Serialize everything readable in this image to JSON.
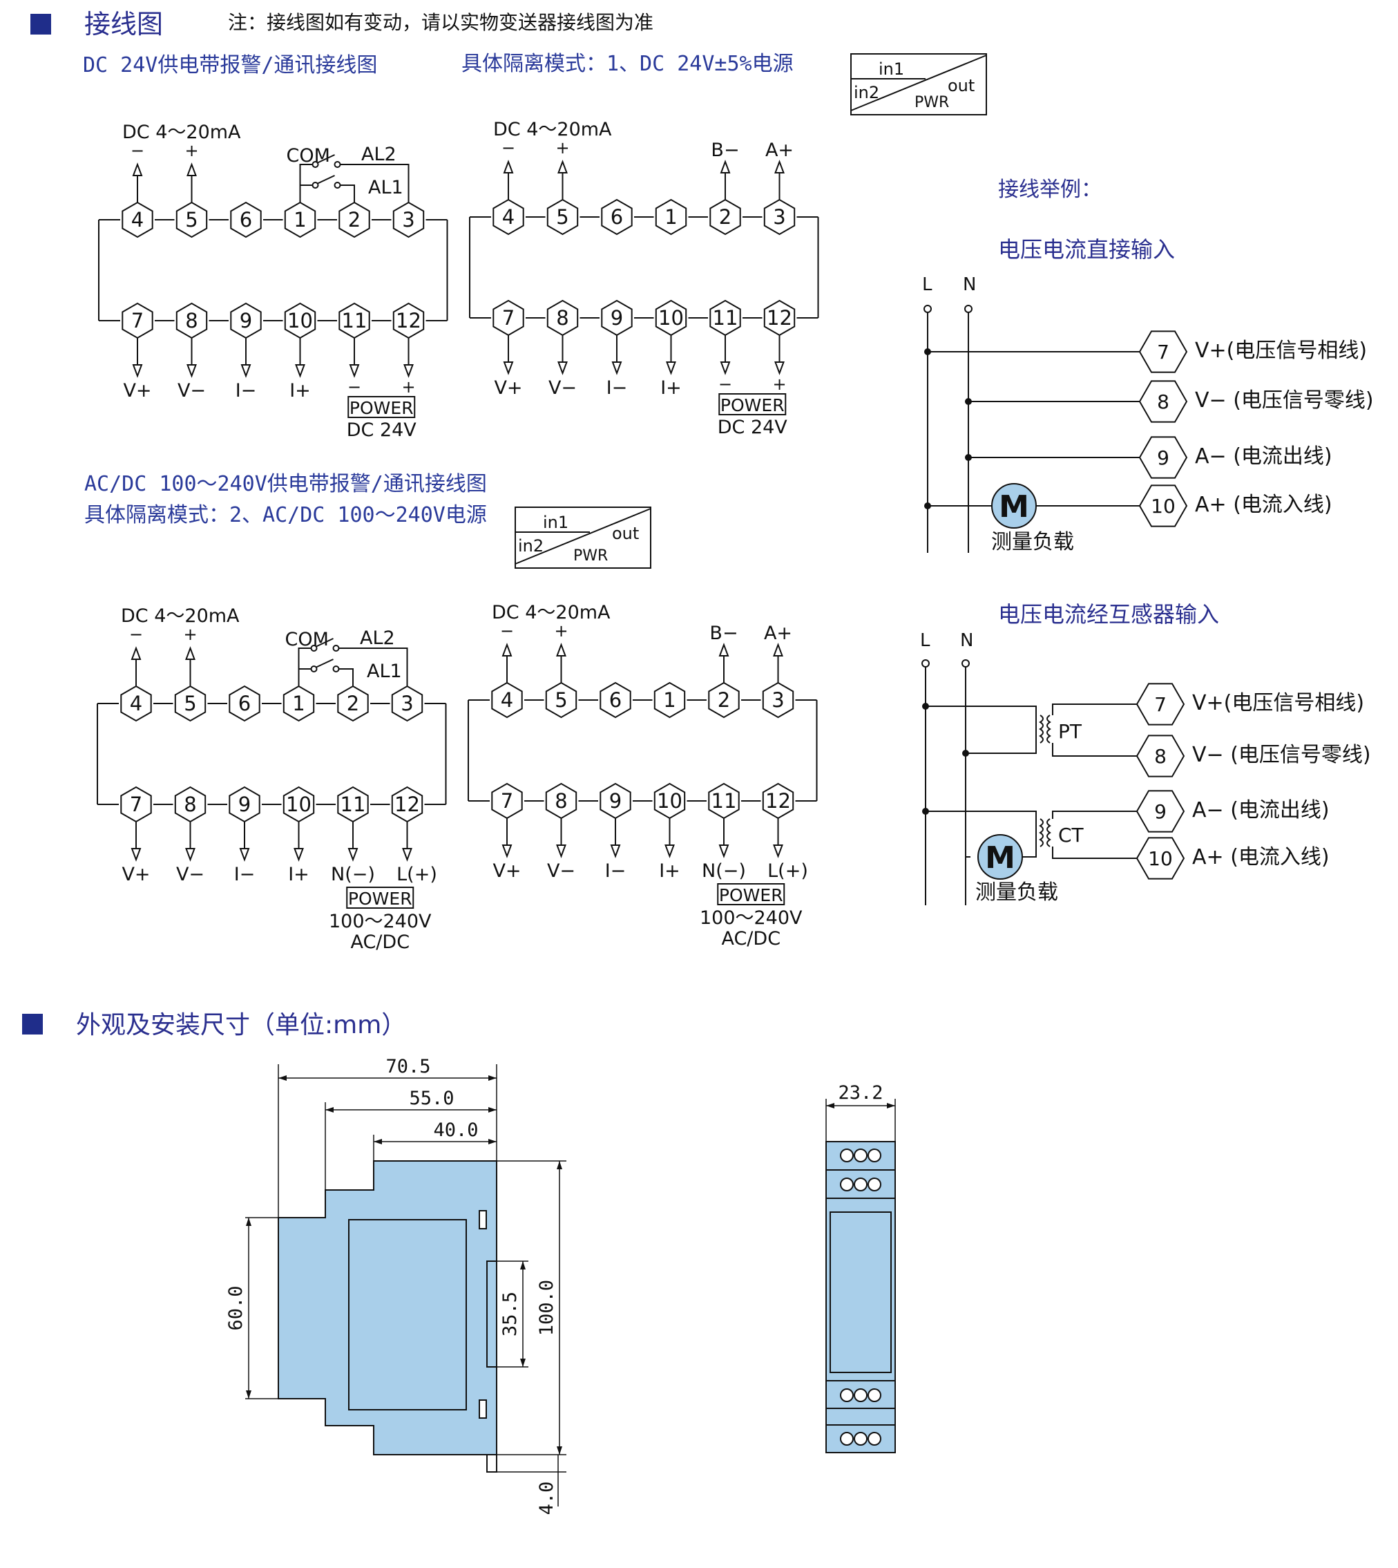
{
  "sections": {
    "wiring_title": "接线图",
    "wiring_note": "注：接线图如有变动，请以实物变送器接线图为准",
    "dim_title": "外观及安装尺寸（单位:mm）"
  },
  "mode1": {
    "heading": "DC 24V供电带报警/通讯接线图",
    "isolation": "具体隔离模式：1、DC 24V±5%电源"
  },
  "mode2": {
    "heading": "AC/DC 100～240V供电带报警/通讯接线图",
    "isolation": "具体隔离模式：2、AC/DC 100～240V电源"
  },
  "isolation_box": {
    "in1": "in1",
    "in2": "in2",
    "out": "out",
    "pwr": "PWR"
  },
  "terminals": {
    "top": [
      "4",
      "5",
      "6",
      "1",
      "2",
      "3"
    ],
    "bottom": [
      "7",
      "8",
      "9",
      "10",
      "11",
      "12"
    ]
  },
  "labels": {
    "dc_input": "DC 4～20mA",
    "minus": "−",
    "plus": "+",
    "com": "COM",
    "al2": "AL2",
    "al1": "AL1",
    "b_minus": "B−",
    "a_plus": "A+",
    "bottom": [
      "V+",
      "V−",
      "I−",
      "I+"
    ],
    "power": "POWER",
    "dc24": "DC 24V",
    "n_minus": "N(−)",
    "l_plus": "L(+)",
    "ac_range": "100～240V",
    "acdc": "AC/DC"
  },
  "examples": {
    "title": "接线举例：",
    "direct_title": "电压电流直接输入",
    "ct_title": "电压电流经互感器输入",
    "L": "L",
    "N": "N",
    "motor": "M",
    "load": "测量负载",
    "pt": "PT",
    "ct": "CT",
    "nums": [
      "7",
      "8",
      "9",
      "10"
    ],
    "direct_items": [
      "V+(电压信号相线)",
      "V− (电压信号零线)",
      "A− (电流出线)",
      "A+ (电流入线)"
    ],
    "ct_items": [
      "V+(电压信号相线)",
      "V− (电压信号零线)",
      "A− (电流出线)",
      "A+ (电流入线)"
    ]
  },
  "dimensions": {
    "w70": "70.5",
    "w55": "55.0",
    "w40": "40.0",
    "h60": "60.0",
    "h35": "35.5",
    "h100": "100.0",
    "h4": "4.0",
    "w23": "23.2"
  },
  "colors": {
    "heading_blue": "#2a2f8f",
    "square_blue": "#1f2d8a",
    "body_fill": "#a9cfea",
    "motor_fill": "#a9cfea"
  }
}
